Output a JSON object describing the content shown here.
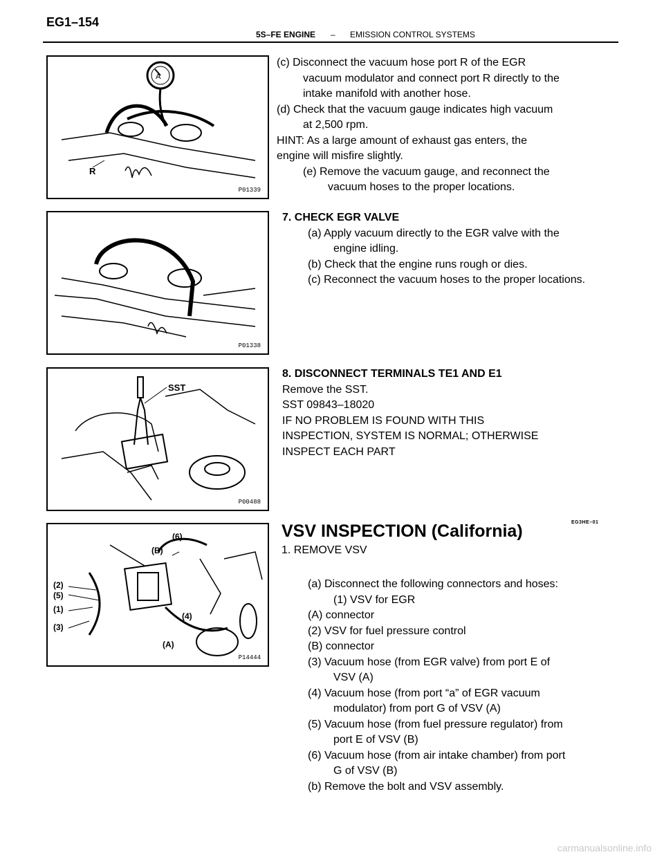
{
  "header": {
    "page_code": "EG1–154",
    "engine": "5S–FE ENGINE",
    "separator": "–",
    "section": "EMISSION CONTROL SYSTEMS"
  },
  "figures": {
    "fig1": {
      "code": "P01339",
      "label_a": "A",
      "label_r": "R"
    },
    "fig2": {
      "code": "P01338"
    },
    "fig3": {
      "code": "P00488",
      "label_sst": "SST"
    },
    "fig4": {
      "code": "P14444",
      "labels": [
        "(6)",
        "(2)",
        "(5)",
        "(B)",
        "(1)",
        "(3)",
        "(4)",
        "(A)"
      ]
    }
  },
  "block1": {
    "c1": "(c) Disconnect the vacuum hose port R of the EGR",
    "c2": "vacuum modulator and connect port R directly to the",
    "c3": "intake manifold with another hose.",
    "d1": "(d) Check that the vacuum gauge indicates high vacuum",
    "d2": "at 2,500 rpm.",
    "hint1": "HINT: As a large amount of exhaust gas enters, the",
    "hint2": "engine will misfire slightly.",
    "e1": "(e) Remove the vacuum gauge, and reconnect the",
    "e2": "vacuum hoses to the proper locations."
  },
  "block2": {
    "title": "7. CHECK EGR VALVE",
    "a1": "(a) Apply vacuum directly to the EGR valve with the",
    "a2": "engine idling.",
    "b": "(b) Check that the engine runs rough or dies.",
    "c": "(c) Reconnect the vacuum hoses to the proper locations."
  },
  "block3": {
    "title": "8. DISCONNECT TERMINALS TE1 AND E1",
    "l1": "Remove the SST.",
    "l2": "SST  09843–18020",
    "l3": "IF NO PROBLEM IS FOUND WITH THIS",
    "l4": "INSPECTION, SYSTEM IS NORMAL; OTHERWISE",
    "l5": "INSPECT EACH PART"
  },
  "block4": {
    "section_title": "VSV INSPECTION (California)",
    "section_code": "EG3HE–01",
    "step": "1. REMOVE VSV",
    "a": "(a) Disconnect the following connectors and hoses:",
    "i1": "(1) VSV for EGR",
    "i2": "(A) connector",
    "i3": "(2) VSV for fuel pressure control",
    "i4": "(B) connector",
    "i5a": "(3) Vacuum hose (from EGR valve) from port E of",
    "i5b": "VSV (A)",
    "i6a": "(4) Vacuum hose (from port “a” of EGR vacuum",
    "i6b": "modulator) from port G of VSV (A)",
    "i7a": "(5) Vacuum hose (from fuel pressure regulator) from",
    "i7b": "port E of VSV (B)",
    "i8a": "(6) Vacuum hose (from air intake chamber) from port",
    "i8b": "G of VSV (B)",
    "b": "(b) Remove the bolt and VSV assembly."
  },
  "watermark": "carmanualsonline.info"
}
